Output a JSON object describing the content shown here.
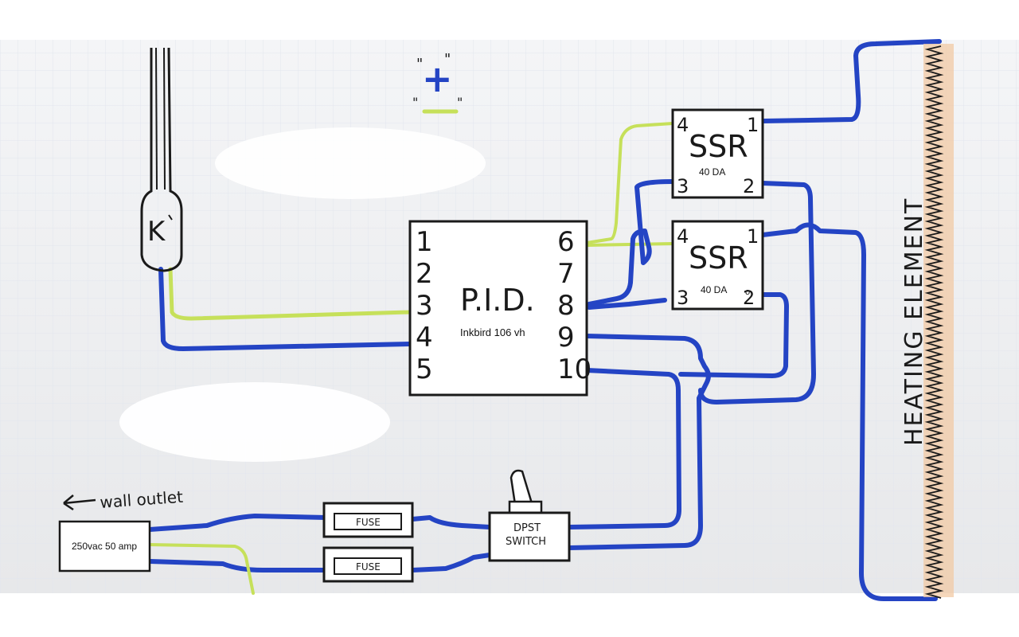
{
  "polarity": {
    "plus": "+",
    "minus_quote_l": "\"",
    "minus_quote_r": "\""
  },
  "thermocouple": {
    "label": "K"
  },
  "pid": {
    "title": "P.I.D.",
    "model": "Inkbird 106 vh",
    "pins_left": [
      "1",
      "2",
      "3",
      "4",
      "5"
    ],
    "pins_right": [
      "6",
      "7",
      "8",
      "9",
      "10"
    ]
  },
  "ssr_top": {
    "title": "SSR",
    "rating": "40 DA",
    "pin_tl": "4",
    "pin_tr": "1",
    "pin_bl": "3",
    "pin_br": "2"
  },
  "ssr_bottom": {
    "title": "SSR",
    "rating": "40 DA",
    "pin_tl": "4",
    "pin_tr": "1",
    "pin_bl": "3",
    "pin_br": "2",
    "mark": "o"
  },
  "heating_element": {
    "label": "HEATING ELEMENT"
  },
  "outlet": {
    "arrow_label": "wall outlet",
    "rating": "250vac  50 amp"
  },
  "fuses": [
    {
      "label": "FUSE"
    },
    {
      "label": "FUSE"
    }
  ],
  "switch": {
    "line1": "DPST",
    "line2": "SWITCH"
  },
  "colors": {
    "blue_wire": "#2444c4",
    "green_wire": "#c6e05a",
    "element": "#f2c9a4",
    "ink": "#1a1a1a"
  }
}
